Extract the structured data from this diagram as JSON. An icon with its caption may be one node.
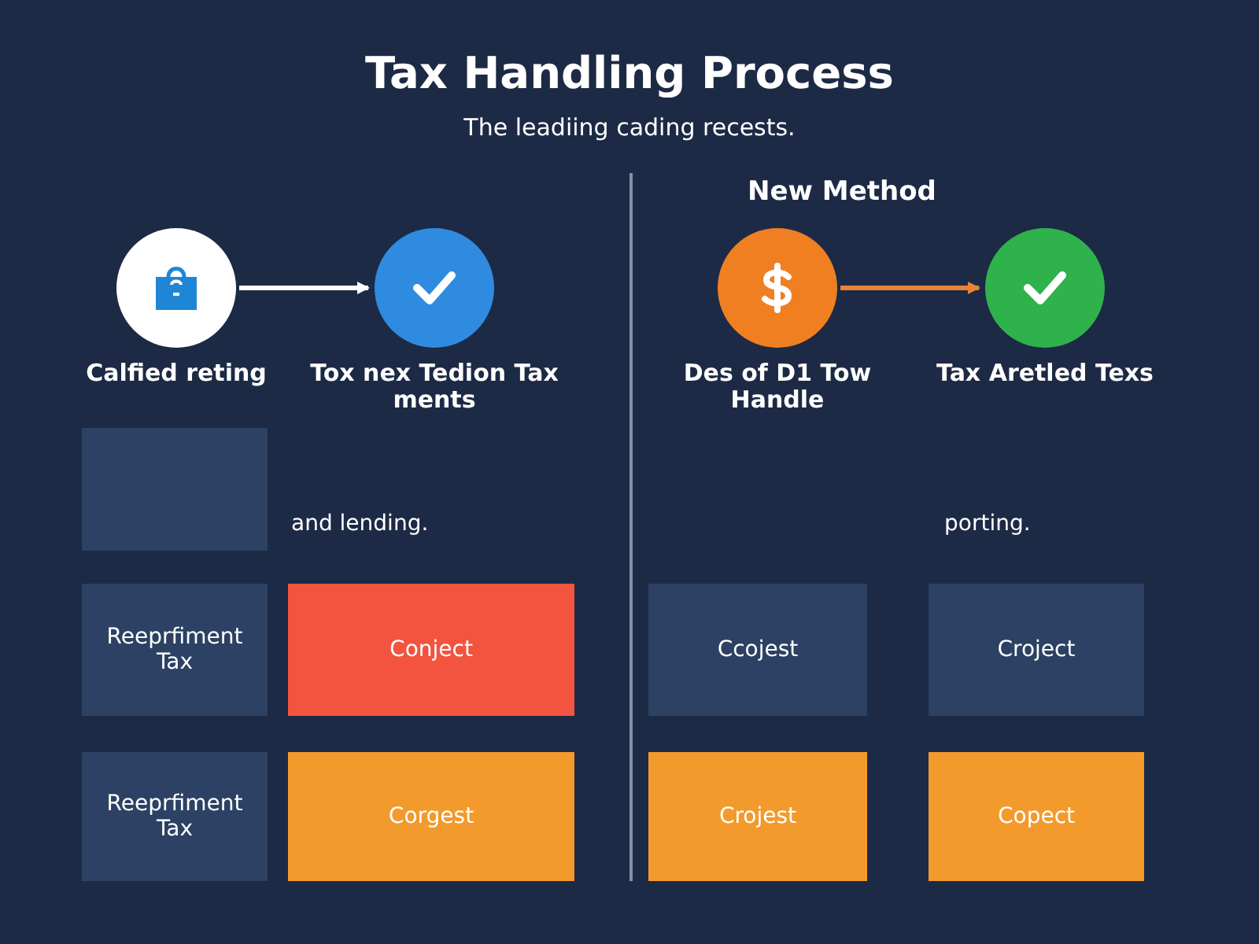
{
  "diagram": {
    "title": "Tax Handling Process",
    "nodes": [
      {
        "text": [
          "Calfied reting"
        ]
      },
      {
        "text": [
          "Tox nex Tedion Tax ments"
        ]
      },
      {
        "text": [
          "Des of D1 Tow Handle"
        ]
      },
      {
        "text": [
          "Tax Aretled Texs"
        ]
      },
      {
        "text": [],
        "shape": "box"
      },
      {
        "text": [
          "Reeprfiment Tax"
        ]
      },
      {
        "text": [
          "Conject"
        ]
      },
      {
        "text": [
          "Ccojest"
        ]
      },
      {
        "text": [
          "Croject"
        ]
      },
      {
        "text": [
          "Reeprfiment Tax"
        ]
      },
      {
        "text": [
          "Corgest"
        ]
      },
      {
        "text": [
          "Crojest"
        ]
      },
      {
        "text": [
          "Copect"
        ]
      }
    ],
    "edges": [
      {
        "from": 0,
        "to": 1,
        "arrow": "to"
      },
      {
        "from": 2,
        "to": 3,
        "arrow": "to",
        "color": "#e8833a"
      }
    ],
    "labels": [
      "The leadiing cading recests.",
      "New Method",
      "and lending.",
      "porting."
    ]
  }
}
